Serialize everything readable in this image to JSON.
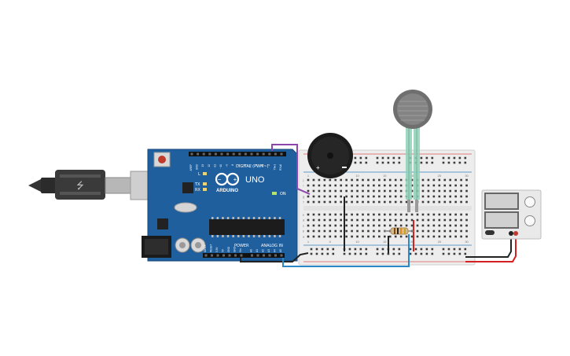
{
  "arduino": {
    "brand": "ARDUINO",
    "model": "UNO",
    "digital_label": "DIGITAL (PWM~)",
    "power_label": "POWER",
    "analog_label": "ANALOG IN",
    "tx_label": "TX",
    "rx_label": "RX",
    "l_label": "L",
    "on_label": "ON",
    "digital_pins": [
      "AREF",
      "GND",
      "13",
      "12",
      "~11",
      "~10",
      "~9",
      "8",
      "7",
      "~6",
      "~5",
      "4",
      "~3",
      "2",
      "TX▸1",
      "RX◂0"
    ],
    "power_pins": [
      "IOREF",
      "RESET",
      "3.3V",
      "5V",
      "GND",
      "GND",
      "Vin"
    ],
    "analog_pins": [
      "A0",
      "A1",
      "A2",
      "A3",
      "A4",
      "A5"
    ]
  },
  "breadboard": {
    "columns": [
      "1",
      "5",
      "10",
      "15",
      "20",
      "25",
      "30"
    ],
    "rows_top": [
      "j",
      "i",
      "h",
      "g",
      "f"
    ],
    "rows_bottom": [
      "e",
      "d",
      "c",
      "b",
      "a"
    ]
  },
  "buzzer": {
    "plus": "+"
  },
  "colors": {
    "board": "#1f5f9e",
    "breadboard": "#ededed",
    "wire_purple": "#8e44ad",
    "wire_black": "#222222",
    "wire_blue": "#2a88c8",
    "wire_red": "#d62020",
    "rail_red": "#d9534f",
    "rail_blue": "#2f7fc1"
  }
}
